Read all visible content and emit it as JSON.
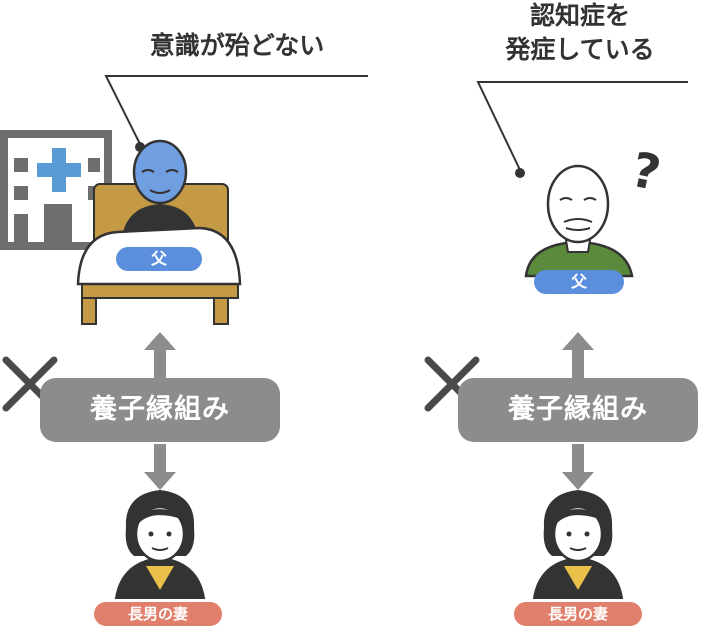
{
  "left_panel": {
    "callout": "意識が殆どない",
    "father_badge": "父",
    "adoption_label": "養子縁組み",
    "wife_badge": "長男の妻"
  },
  "right_panel": {
    "callout_line1": "認知症を",
    "callout_line2": "発症している",
    "question_mark": "?",
    "father_badge": "父",
    "adoption_label": "養子縁組み",
    "wife_badge": "長男の妻"
  },
  "colors": {
    "hospital_gray": "#6e6e6e",
    "hospital_cross": "#5b9bd5",
    "bed_frame": "#c49a44",
    "blanket": "#ffffff",
    "patient_face": "#6f9fe0",
    "shirt_green": "#5b8a3c",
    "badge_blue": "#5b8fdd",
    "badge_red": "#e0806c",
    "adoption_box": "#8c8c8c",
    "x_mark": "#4a4a4a"
  }
}
